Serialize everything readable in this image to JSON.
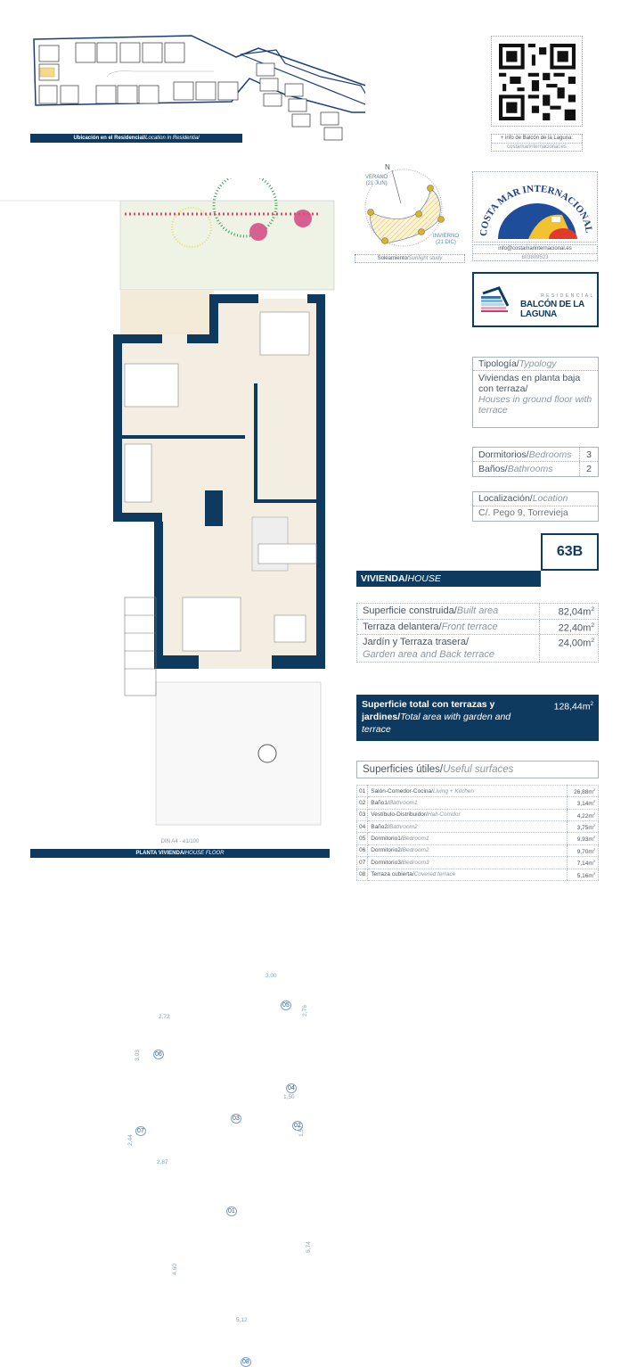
{
  "site": {
    "caption": "Ubicación en el Residencial/",
    "caption_en": "Location in Residential"
  },
  "qr": {
    "info_line": "+ info de Balcón de la Laguna:",
    "url": "costamarinternacional.es"
  },
  "sun": {
    "north": "N",
    "summer": "VERANO",
    "summer_date": "(21 JUN)",
    "winter": "INVIERNO",
    "winter_date": "(21 DIC)",
    "caption": "Soleamiento/",
    "caption_en": "Sunlight study"
  },
  "agency": {
    "logo_text": "COSTA MAR INTERNACIONAL",
    "email": "info@costamarinternacional.es",
    "phone": "603809523"
  },
  "brand": {
    "small": "RESIDENCIAL",
    "name": "BALCÓN DE LA LAGUNA"
  },
  "typology": {
    "label": "Tipología/",
    "label_en": "Typology",
    "value": "Viviendas en planta baja con terraza/",
    "value_en": "Houses in ground floor with terrace"
  },
  "rooms": [
    {
      "label": "Dormitorios/",
      "label_en": "Bedrooms",
      "value": "3"
    },
    {
      "label": "Baños/",
      "label_en": "Bathrooms",
      "value": "2"
    }
  ],
  "location": {
    "label": "Localización/",
    "label_en": "Location",
    "value": "C/. Pego 9, Torrevieja"
  },
  "unit": "63B",
  "house": {
    "label": "VIVIENDA/",
    "label_en": "HOUSE"
  },
  "areas": [
    {
      "label": "Superficie construida/",
      "label_en": "Built area",
      "value": "82,04m",
      "sup": "2"
    },
    {
      "label": "Terraza delantera/",
      "label_en": "Front terrace",
      "value": "22,40m",
      "sup": "2"
    },
    {
      "label": "Jardín y Terraza trasera/",
      "label_en": "Garden area and Back terrace",
      "value": "24,00m",
      "sup": "2"
    }
  ],
  "total": {
    "label": "Superficie total con terrazas y jardines/",
    "label_en": "Total area with garden and terrace",
    "value": "128,44m",
    "sup": "2"
  },
  "useful": {
    "title": "Superficies útiles/",
    "title_en": "Useful surfaces",
    "rows": [
      {
        "n": "01",
        "label": "Salón-Comedor-Cocina/",
        "label_en": "Living + Kitchen",
        "value": "26,88m",
        "sup": "2"
      },
      {
        "n": "02",
        "label": "Baño1/",
        "label_en": "Bathroom1",
        "value": "3,14m",
        "sup": "2"
      },
      {
        "n": "03",
        "label": "Vestíbulo-Distribuidor/",
        "label_en": "Hall-Corridor",
        "value": "4,22m",
        "sup": "2"
      },
      {
        "n": "04",
        "label": "Baño2/",
        "label_en": "Bathroom2",
        "value": "3,75m",
        "sup": "2"
      },
      {
        "n": "05",
        "label": "Dormitorio1/",
        "label_en": "Bedroom1",
        "value": "9,93m",
        "sup": "2"
      },
      {
        "n": "06",
        "label": "Dormitorio2/",
        "label_en": "Bedroom2",
        "value": "9,70m",
        "sup": "2"
      },
      {
        "n": "07",
        "label": "Dormitorio3/",
        "label_en": "Bedroom3",
        "value": "7,14m",
        "sup": "2"
      },
      {
        "n": "08",
        "label": "Terraza cubierta/",
        "label_en": "Covered terrace",
        "value": "5,16m",
        "sup": "2"
      }
    ]
  },
  "plan": {
    "room_tags": [
      "01",
      "02",
      "03",
      "04",
      "05",
      "06",
      "07",
      "08"
    ],
    "dims": [
      "3,00",
      "2,72",
      "3,03",
      "2,76",
      "1,50",
      "1,57",
      "2,44",
      "2,87",
      "4,60",
      "5,74",
      "5,12"
    ],
    "scale": "DIN A4 - e1/100",
    "caption": "PLANTA VIVIENDA/",
    "caption_en": "HOUSE FLOOR"
  },
  "colors": {
    "navy": "#0f3a5f",
    "floor": "#f4eee2",
    "garden": "#eef3e6"
  }
}
